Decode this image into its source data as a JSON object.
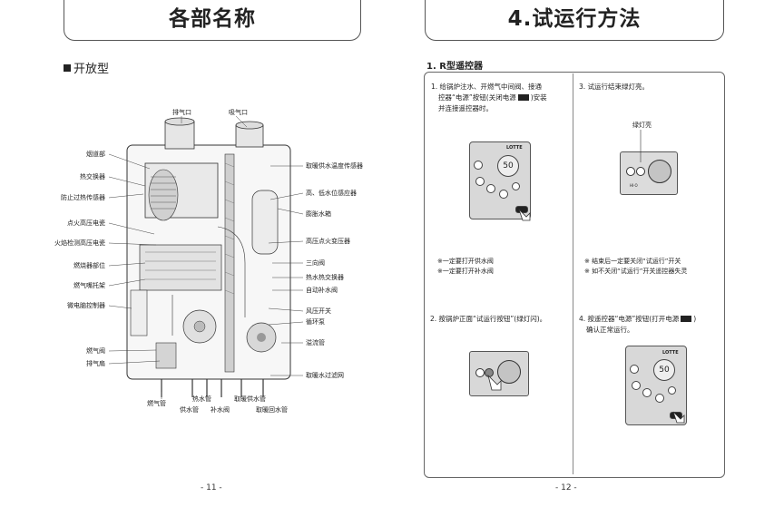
{
  "left_page": {
    "title": "各部名称",
    "subtitle": "开放型",
    "labels_left": [
      "烟道部",
      "热交换器",
      "防止过热传感器",
      "点火高压电瓷",
      "火焰检测高压电瓷",
      "燃烧器部位",
      "燃气嘴托架",
      "微电脑控制器",
      "燃气阀",
      "排气扇"
    ],
    "labels_top": [
      "排气口",
      "吸气口"
    ],
    "labels_right": [
      "取暖供水温度传感器",
      "高、低水位感应器",
      "膨胀水箱",
      "高压点火变压器",
      "三向阀",
      "热水热交换器",
      "自动补水阀",
      "风压开关",
      "循环泵",
      "溢流管",
      "取暖水过滤网"
    ],
    "labels_bottom": [
      "燃气管",
      "热水管",
      "供水管",
      "补水阀",
      "取暖供水管",
      "取暖回水管"
    ],
    "page_number": "- 11 -"
  },
  "right_page": {
    "title": "4.试运行方法",
    "section": "1. R型遥控器",
    "step1": [
      "1. 给锅炉注水、开燃气中间阀、接通",
      "控器“电源”按钮(关闭电源",
      "并连接遥控器时。"
    ],
    "step1_tail": ")安装",
    "step3": "3. 试运行结束绿灯亮。",
    "green_light_label": "绿灯亮",
    "notes_left": [
      "※一定要打开供水阀",
      "※一定要打开补水阀"
    ],
    "notes_right": [
      "※ 结束后一定要关闭“试运行”开关",
      "※ 如不关闭“试运行”开关遥控器失灵"
    ],
    "step2": "2. 按锅炉正面“试运行按钮”(绿灯闪)。",
    "step4": [
      "4. 按遥控器“电源”按钮(打开电源",
      "确认正常运行。"
    ],
    "step4_tail": ")",
    "brand": "LOTTE",
    "display_value": "50",
    "mode_label": "HI·O",
    "page_number": "- 12 -"
  }
}
